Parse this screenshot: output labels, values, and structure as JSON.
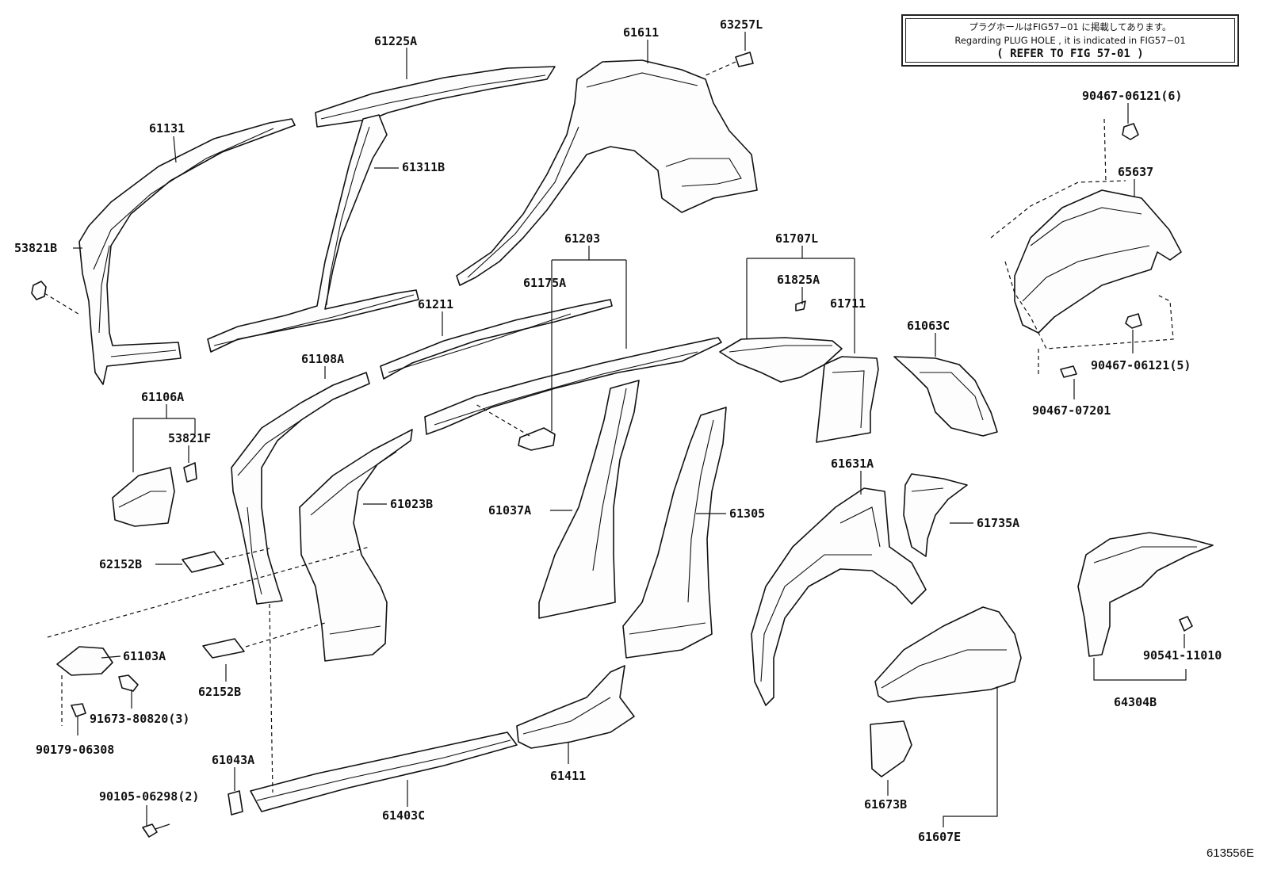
{
  "note": {
    "line1": "プラグホールはFIG57−01 に掲載してあります。",
    "line2": "Regarding PLUG HOLE , it is indicated in FIG57−01",
    "line3": "( REFER TO FIG 57-01 )"
  },
  "figure_id": "613556E",
  "parts": [
    {
      "id": "p61131",
      "label": "61131"
    },
    {
      "id": "p61225A",
      "label": "61225A"
    },
    {
      "id": "p61611",
      "label": "61611"
    },
    {
      "id": "p63257L",
      "label": "63257L"
    },
    {
      "id": "p61311B",
      "label": "61311B"
    },
    {
      "id": "p53821B",
      "label": "53821B"
    },
    {
      "id": "p61203",
      "label": "61203"
    },
    {
      "id": "p61175A",
      "label": "61175A"
    },
    {
      "id": "p61211",
      "label": "61211"
    },
    {
      "id": "p61707L",
      "label": "61707L"
    },
    {
      "id": "p61825A",
      "label": "61825A"
    },
    {
      "id": "p61711",
      "label": "61711"
    },
    {
      "id": "p61063C",
      "label": "61063C"
    },
    {
      "id": "p90467_06121_6",
      "label": "90467-06121(6)"
    },
    {
      "id": "p65637",
      "label": "65637"
    },
    {
      "id": "p90467_06121_5",
      "label": "90467-06121(5)"
    },
    {
      "id": "p90467_07201",
      "label": "90467-07201"
    },
    {
      "id": "p61108A",
      "label": "61108A"
    },
    {
      "id": "p61106A",
      "label": "61106A"
    },
    {
      "id": "p53821F",
      "label": "53821F"
    },
    {
      "id": "p61023B",
      "label": "61023B"
    },
    {
      "id": "p61037A",
      "label": "61037A"
    },
    {
      "id": "p61305",
      "label": "61305"
    },
    {
      "id": "p61631A",
      "label": "61631A"
    },
    {
      "id": "p61735A",
      "label": "61735A"
    },
    {
      "id": "p62152B_a",
      "label": "62152B"
    },
    {
      "id": "p61103A",
      "label": "61103A"
    },
    {
      "id": "p62152B_b",
      "label": "62152B"
    },
    {
      "id": "p91673_80820",
      "label": "91673-80820(3)"
    },
    {
      "id": "p90179_06308",
      "label": "90179-06308"
    },
    {
      "id": "p61043A",
      "label": "61043A"
    },
    {
      "id": "p90105_06298",
      "label": "90105-06298(2)"
    },
    {
      "id": "p61403C",
      "label": "61403C"
    },
    {
      "id": "p61411",
      "label": "61411"
    },
    {
      "id": "p90541_11010",
      "label": "90541-11010"
    },
    {
      "id": "p64304B",
      "label": "64304B"
    },
    {
      "id": "p61673B",
      "label": "61673B"
    },
    {
      "id": "p61607E",
      "label": "61607E"
    }
  ]
}
